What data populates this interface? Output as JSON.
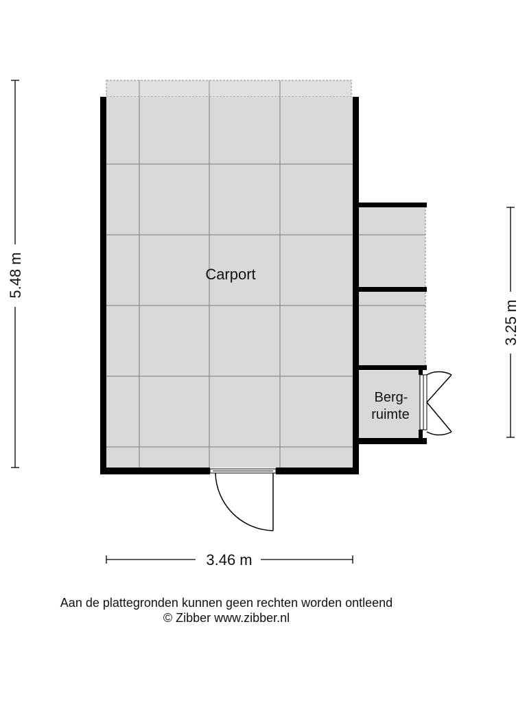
{
  "rooms": {
    "carport": "Carport",
    "storage_line1": "Berg-",
    "storage_line2": "ruimte"
  },
  "dimensions": {
    "height": "5.48 m",
    "width": "3.46 m",
    "side_height": "3.25 m"
  },
  "footer": {
    "disclaimer": "Aan de plattegronden kunnen geen rechten worden ontleend",
    "copyright": "© Zibber www.zibber.nl"
  },
  "colors": {
    "floor": "#d9d9d9",
    "grid": "#7a7a7a",
    "wall": "#000000"
  }
}
